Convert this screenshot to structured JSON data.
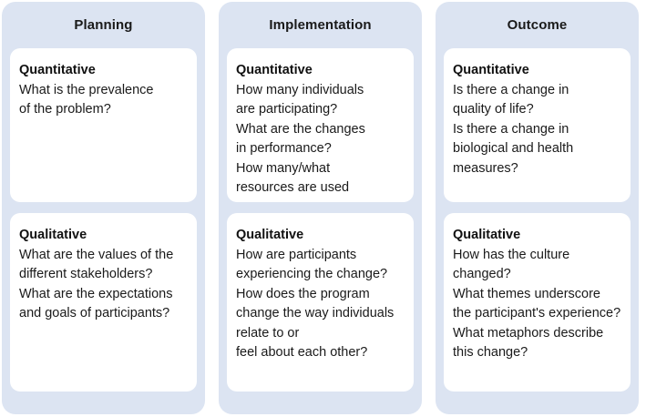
{
  "diagram": {
    "columns": [
      {
        "id": "planning",
        "header": "Planning",
        "quantitative": {
          "title": "Quantitative",
          "lines": [
            "What is the prevalence",
            "of the problem?"
          ]
        },
        "qualitative": {
          "title": "Qualitative",
          "lines": [
            "What are the values of the",
            "different stakeholders?",
            "What are the expectations",
            "and goals of participants?"
          ]
        }
      },
      {
        "id": "implementation",
        "header": "Implementation",
        "quantitative": {
          "title": "Quantitative",
          "lines": [
            "How many individuals",
            "are participating?",
            "What are the changes",
            "in performance?",
            "How many/what",
            "resources are used"
          ]
        },
        "qualitative": {
          "title": "Qualitative",
          "lines": [
            "How are participants",
            "experiencing the change?",
            "How does the program",
            "change the way individuals",
            "relate to or",
            "feel about each other?"
          ]
        }
      },
      {
        "id": "outcome",
        "header": "Outcome",
        "quantitative": {
          "title": "Quantitative",
          "lines": [
            "Is there a change in",
            "quality of life?",
            "Is there a change in",
            "biological and health",
            "measures?"
          ]
        },
        "qualitative": {
          "title": "Qualitative",
          "lines": [
            "How has the culture",
            "changed?",
            "What themes underscore",
            "the participant's experience?",
            "What metaphors describe",
            "this change?"
          ]
        }
      }
    ],
    "colors": {
      "panel_background": "#dce4f2",
      "card_background": "#ffffff",
      "text": "#1a1a1a",
      "page_background": "#ffffff"
    }
  }
}
